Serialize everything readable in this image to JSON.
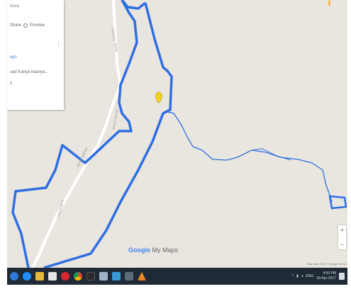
{
  "panel": {
    "title": "ocxa",
    "share_label": "Share",
    "preview_label": "Preview",
    "layer_title": "ayo",
    "description": "sad Kanya kaanya...",
    "count": "1"
  },
  "map": {
    "road_labels": [
      "Uhlanhla Street",
      "Ubuhle Street",
      "Ubuhle Street",
      "Luthuli Ave"
    ],
    "brand": "Google My Maps",
    "brand_g": "Google",
    "brand_rest": " My Maps",
    "attribution": "Map data ©2017 Google  Terms",
    "zoom_in": "+",
    "zoom_out": "−",
    "colors": {
      "route": "#2f6ee3",
      "land": "#e9e6df",
      "road": "#ffffff",
      "marker": "#f2d21e"
    }
  },
  "taskbar": {
    "time": "4:00 PM",
    "date": "18-Apr-2017",
    "lang": "ENG",
    "tray_icons": [
      "chevron-up-icon",
      "network-icon",
      "speaker-icon",
      "language-indicator"
    ],
    "apps": [
      "edge-icon",
      "ie-icon",
      "file-explorer-icon",
      "store-icon",
      "opera-icon",
      "chrome-icon",
      "cmd-icon",
      "app-icon",
      "app-icon",
      "app-icon",
      "vlc-icon"
    ]
  }
}
